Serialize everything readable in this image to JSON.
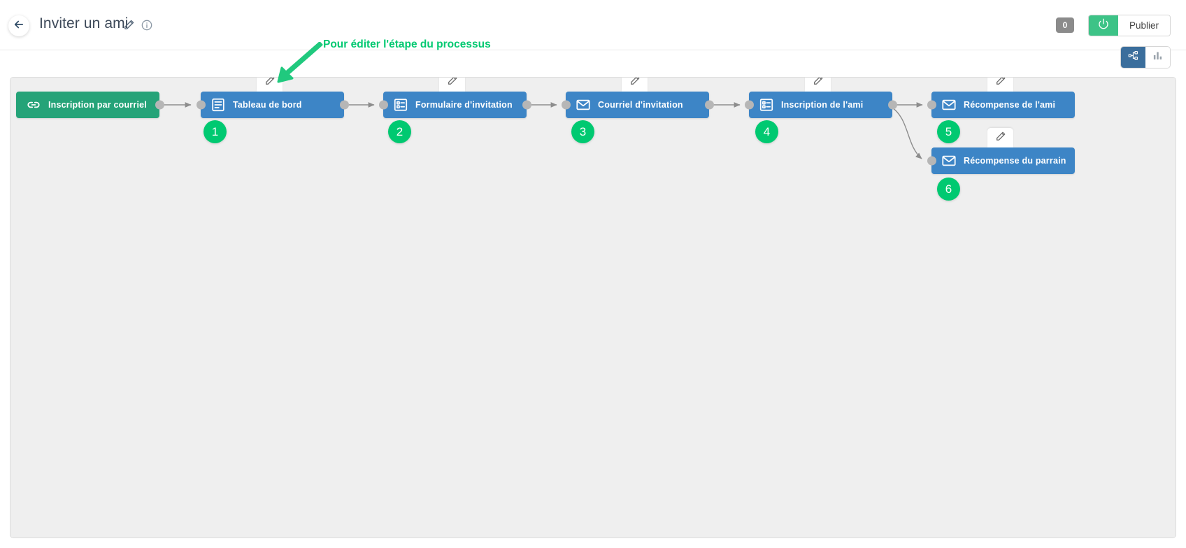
{
  "header": {
    "back_icon": "arrow-left-icon",
    "title": "Inviter un ami",
    "title_edit_icon": "pencil-icon",
    "title_info_icon": "info-circle-icon",
    "count_badge": "0",
    "publish_power_icon": "power-icon",
    "publish_label": "Publier"
  },
  "view_toggle": {
    "items": [
      {
        "name": "workflow-view",
        "icon": "sitemap-icon",
        "active": true
      },
      {
        "name": "stats-view",
        "icon": "bar-chart-icon",
        "active": false
      }
    ]
  },
  "annotation": {
    "text": "Pour éditer l'étape du processus",
    "color": "#00c971"
  },
  "colors": {
    "trigger_node": "#25a378",
    "step_node": "#3d85c6",
    "badge": "#00c971",
    "canvas_bg": "#efefef",
    "toggle_active": "#3b6e9c",
    "publish_green": "#3dc387"
  },
  "workflow": {
    "nodes": [
      {
        "id": "trigger",
        "label": "Inscription par courriel",
        "icon": "link-icon",
        "type": "trigger",
        "badge": null,
        "edit_icon": null
      },
      {
        "id": "step1",
        "label": "Tableau de bord",
        "icon": "dashboard-icon",
        "type": "step",
        "badge": "1",
        "edit_icon": "pencil-icon"
      },
      {
        "id": "step2",
        "label": "Formulaire d'invitation",
        "icon": "form-icon",
        "type": "step",
        "badge": "2",
        "edit_icon": "pencil-icon"
      },
      {
        "id": "step3",
        "label": "Courriel d'invitation",
        "icon": "envelope-icon",
        "type": "step",
        "badge": "3",
        "edit_icon": "pencil-icon"
      },
      {
        "id": "step4",
        "label": "Inscription de l'ami",
        "icon": "form-icon",
        "type": "step",
        "badge": "4",
        "edit_icon": "pencil-icon"
      },
      {
        "id": "step5",
        "label": "Récompense de l'ami",
        "icon": "envelope-icon",
        "type": "step",
        "badge": "5",
        "edit_icon": "pencil-icon"
      },
      {
        "id": "step6",
        "label": "Récompense du parrain",
        "icon": "envelope-icon",
        "type": "step",
        "badge": "6",
        "edit_icon": "pencil-icon"
      }
    ]
  }
}
